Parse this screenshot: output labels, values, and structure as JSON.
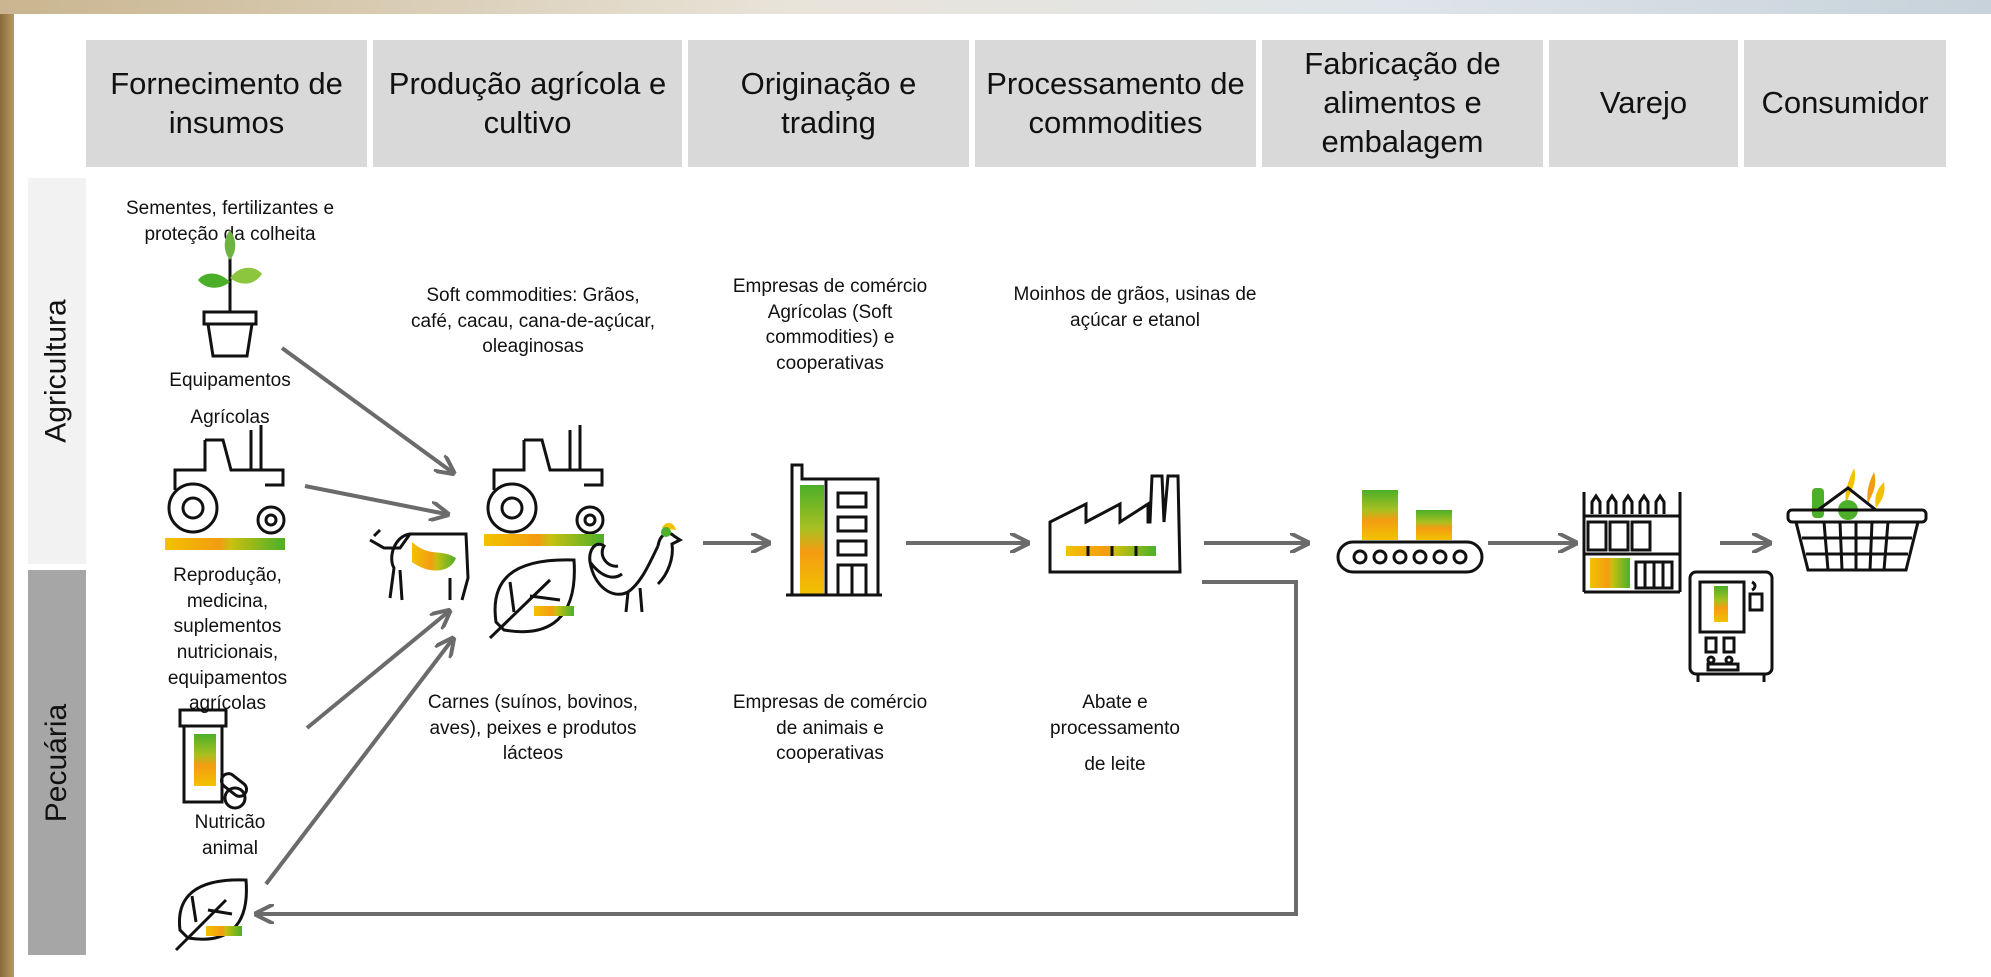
{
  "header": {
    "columns": [
      "Fornecimento de insumos",
      "Produção agrícola e cultivo",
      "Originação e trading",
      "Processamento de commodities",
      "Fabricação de alimentos e embalagem",
      "Varejo",
      "Consumidor"
    ]
  },
  "rows": {
    "agricultura": "Agricultura",
    "pecuaria": "Pecuária"
  },
  "labels": {
    "sementes": "Sementes, fertilizantes e proteção da colheita",
    "equip_agricolas_1": "Equipamentos",
    "equip_agricolas_2": "Agrícolas",
    "reproducao": "Reprodução, medicina, suplementos nutricionais, equipamentos agrícolas",
    "nutricao": "Nutricão animal",
    "soft_commodities": "Soft commodities: Grãos, café, cacau, cana-de-açúcar, oleaginosas",
    "carnes": "Carnes (suínos, bovinos, aves), peixes e produtos lácteos",
    "empresas_agricolas": "Empresas de comércio Agrícolas (Soft commodities) e cooperativas",
    "empresas_animais": "Empresas de comércio de animais e cooperativas",
    "moinhos": "Moinhos de grãos, usinas de açúcar e etanol",
    "abate_1": "Abate e processamento",
    "abate_2": "de leite"
  },
  "colors": {
    "header_bg": "#d9d9d9",
    "row_agricultura_bg": "#f2f2f2",
    "row_pecuaria_bg": "#a6a6a6",
    "arrow": "#6b6b6b",
    "yellow": "#f2c200",
    "orange": "#f39c12",
    "green": "#4caf2a"
  },
  "icons": [
    "plant-pot-icon",
    "tractor-icon",
    "medicine-bottle-icon",
    "leaf-icon",
    "cow-icon",
    "rooster-icon",
    "warehouse-building-icon",
    "factory-icon",
    "conveyor-belt-icon",
    "retail-shelf-icon",
    "vending-machine-icon",
    "shopping-basket-icon"
  ]
}
